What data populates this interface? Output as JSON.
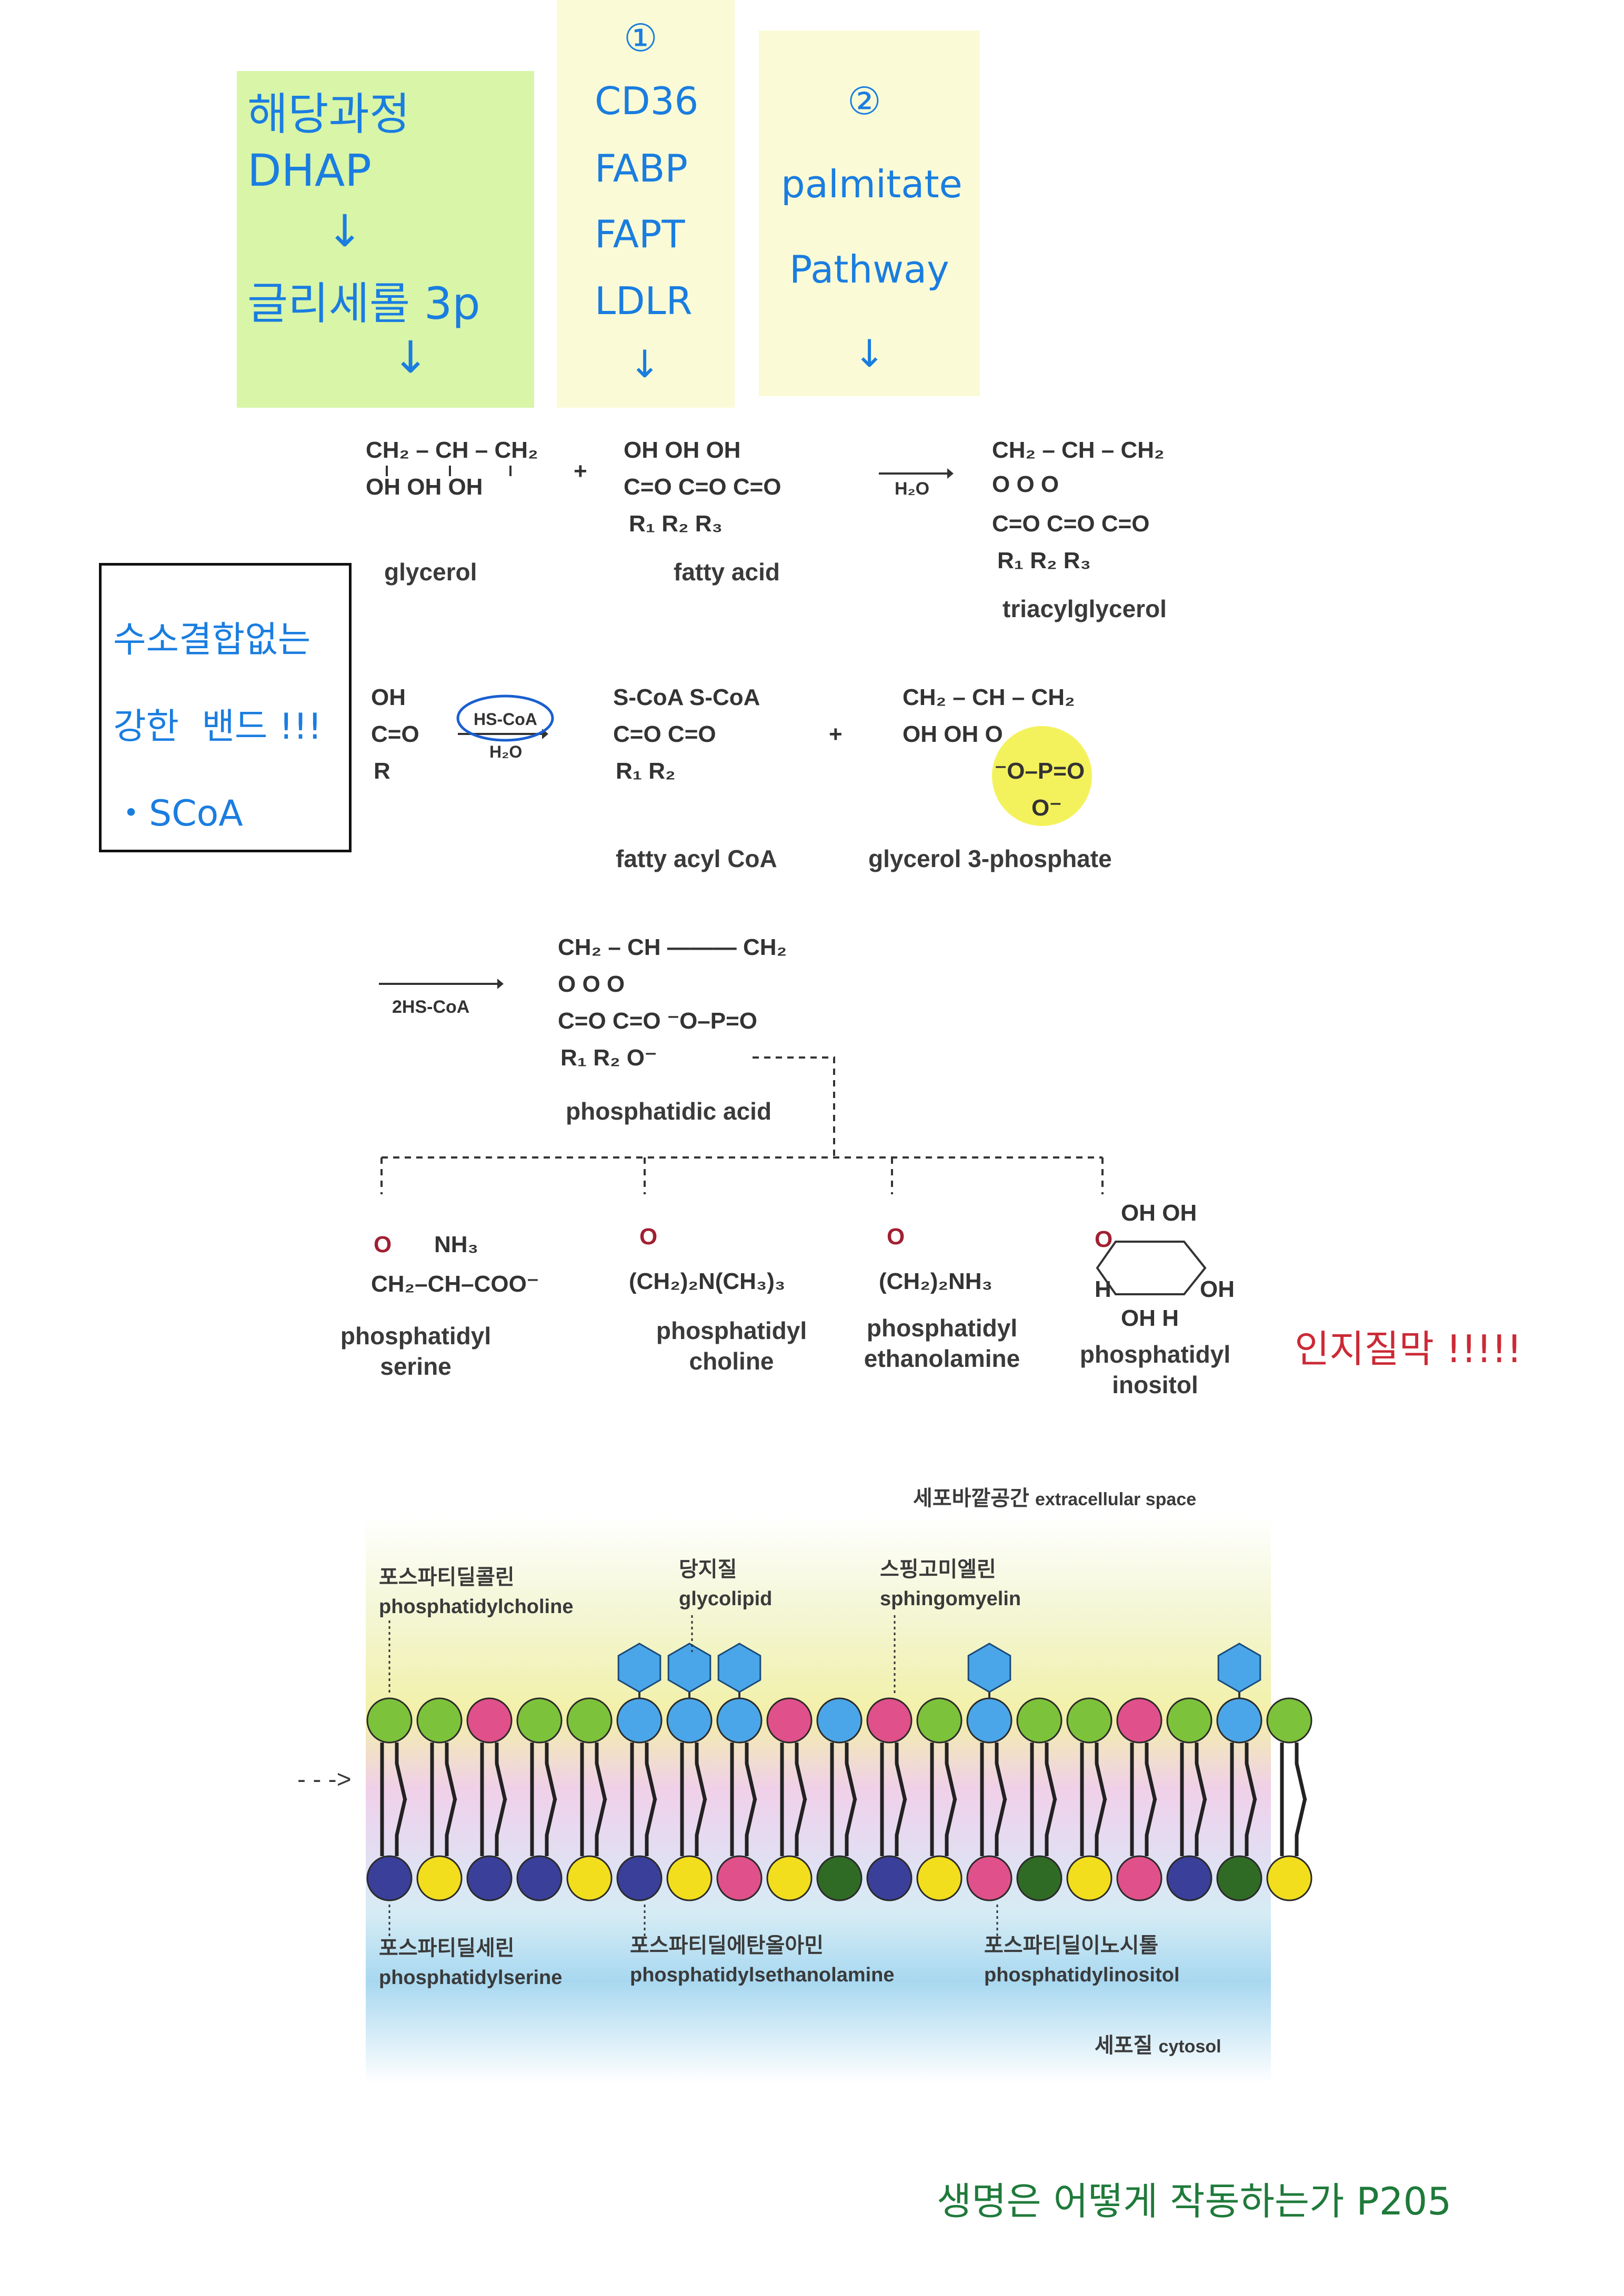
{
  "notes": {
    "box1": {
      "line1": "해당과정",
      "line2": "DHAP",
      "arrow1": "↓",
      "line3": "글리세롤 3p",
      "arrow2": "↓"
    },
    "box2": {
      "num": "①",
      "l1": "CD36",
      "l2": "FABP",
      "l3": "FAPT",
      "l4": "LDLR",
      "arrow": "↓"
    },
    "box3": {
      "num": "②",
      "l1": "palmitate",
      "l2": "Pathway",
      "arrow": "↓"
    },
    "side": {
      "l1": "수소결합없는",
      "l2": "강한  밴드 !!!",
      "l3": "・SCoA"
    },
    "red_note": "인지질막 !!!!!",
    "source": "생명은 어떻게 작동하는가 P205"
  },
  "reaction1": {
    "glycerol_label": "glycerol",
    "fatty_acid_label": "fatty acid",
    "tag_label": "triacylglycerol",
    "arrow_label": "H₂O",
    "plus": "+"
  },
  "reaction2": {
    "reagent_top": "HS-CoA",
    "reagent_bottom": "H₂O",
    "acyl_label": "fatty acyl CoA",
    "g3p_label": "glycerol 3-phosphate",
    "plus": "+"
  },
  "reaction3": {
    "arrow_label": "2HS-CoA",
    "pa_label": "phosphatidic acid"
  },
  "headgroups": [
    {
      "l1": "phosphatidyl",
      "l2": "serine"
    },
    {
      "l1": "phosphatidyl",
      "l2": "choline"
    },
    {
      "l1": "phosphatidyl",
      "l2": "ethanolamine"
    },
    {
      "l1": "phosphatidyl",
      "l2": "inositol"
    }
  ],
  "membrane": {
    "extracellular_ko": "세포바깥공간",
    "extracellular_en": "extracellular space",
    "cytosol_ko": "세포질",
    "cytosol_en": "cytosol",
    "top_labels": [
      {
        "ko": "포스파티딜콜린",
        "en": "phosphatidylcholine"
      },
      {
        "ko": "당지질",
        "en": "glycolipid"
      },
      {
        "ko": "스핑고미엘린",
        "en": "sphingomyelin"
      }
    ],
    "bottom_labels": [
      {
        "ko": "포스파티딜세린",
        "en": "phosphatidylserine"
      },
      {
        "ko": "포스파티딜에탄올아민",
        "en": "phosphatidylsethanolamine"
      },
      {
        "ko": "포스파티딜이노시톨",
        "en": "phosphatidylinositol"
      }
    ],
    "arrow": "- - ->",
    "colors": {
      "green": "#7cc23a",
      "blue": "#4aa6e8",
      "pink": "#e0508a",
      "yellow": "#f2de1c",
      "navy": "#3a3f9a",
      "dkgreen": "#2f6b25"
    },
    "top_row": [
      "green",
      "green",
      "pink",
      "green",
      "green",
      "blue",
      "blue",
      "blue",
      "pink",
      "blue",
      "pink",
      "green",
      "blue",
      "green",
      "green",
      "pink",
      "green",
      "blue",
      "green"
    ],
    "top_sugar": [
      false,
      false,
      false,
      false,
      false,
      true,
      true,
      true,
      false,
      false,
      false,
      false,
      true,
      false,
      false,
      false,
      false,
      true,
      false
    ],
    "bottom_row": [
      "navy",
      "yellow",
      "navy",
      "navy",
      "yellow",
      "navy",
      "yellow",
      "pink",
      "yellow",
      "dkgreen",
      "navy",
      "yellow",
      "pink",
      "dkgreen",
      "yellow",
      "pink",
      "navy",
      "dkgreen",
      "yellow"
    ]
  }
}
